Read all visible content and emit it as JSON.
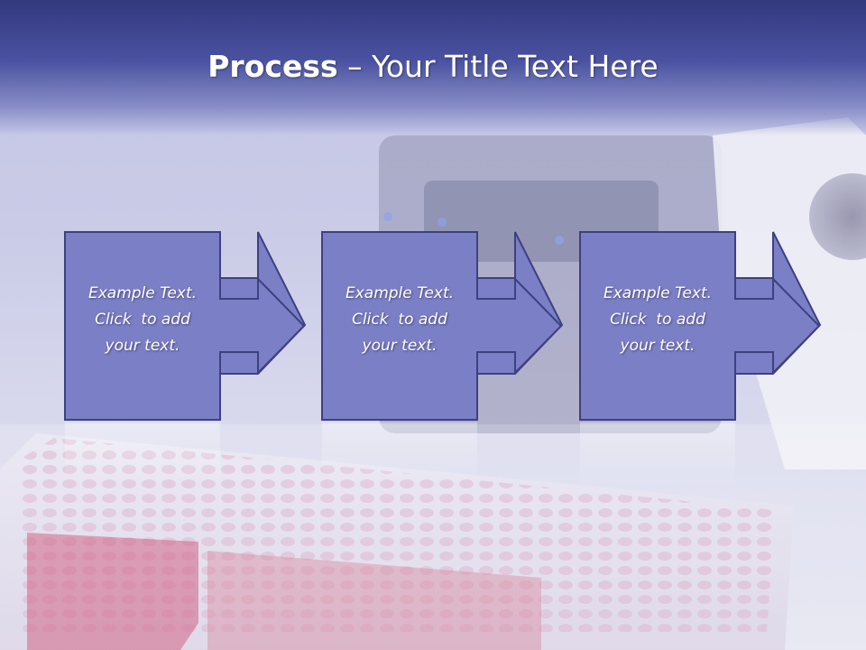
{
  "slide": {
    "title_bold": "Process",
    "title_rest": " – Your Title Text Here"
  },
  "steps": [
    {
      "line1": "Example Text.",
      "line2": "Click  to add",
      "line3": "your text."
    },
    {
      "line1": "Example Text.",
      "line2": "Click  to add",
      "line3": "your text."
    },
    {
      "line1": "Example Text.",
      "line2": "Click  to add",
      "line3": "your text."
    }
  ],
  "colors": {
    "header": "#3a4089",
    "box_fill": "#7b7fc6",
    "box_stroke": "#3d4180",
    "text": "#ffffff"
  }
}
